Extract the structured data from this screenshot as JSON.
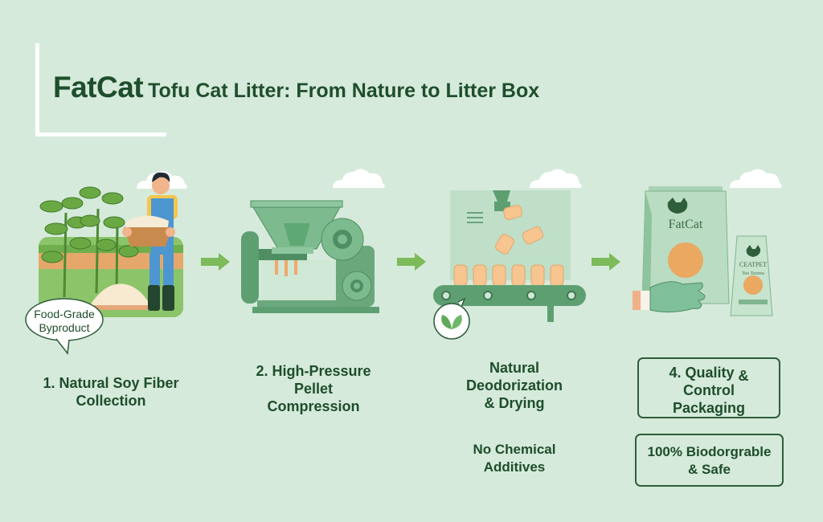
{
  "title": {
    "brand": "FatCat",
    "subtitle": "Tofu Cat Litter: From Nature to Litter Box"
  },
  "colors": {
    "background": "#d5eadb",
    "text_dark_green": "#1e4d2b",
    "arrow_green": "#7cba5a",
    "machine_green": "#6fb087",
    "pellet_tan": "#f3c58c",
    "white": "#ffffff"
  },
  "steps": [
    {
      "label": "1. Natural Soy Fiber Collection",
      "line1": "1. Natural Soy Fiber",
      "line2": "Collection",
      "illustration": "farmer-with-soy-plants",
      "callout": {
        "line1": "Food-Grade",
        "line2": "Byproduct"
      }
    },
    {
      "label": "2. High-Pressure Pellet Compression",
      "line1": "2. High-Pressure",
      "line2": "Pellet",
      "line3": "Compression",
      "illustration": "pellet-press-machine"
    },
    {
      "label": "Natural Deodorization & Drying",
      "line1": "Natural",
      "line2": "Deodorization",
      "line3": "& Drying",
      "illustration": "conveyor-belt-pellets",
      "note": {
        "line1": "No Chemical",
        "line2": "Additives"
      },
      "badge_icon": "leaf-icon"
    },
    {
      "label": "4. Quality Control & Packaging",
      "line1": "4. Quality",
      "line1_suffix": "&",
      "line2": "Control",
      "line3": "Packaging",
      "illustration": "litter-bags-gloved-hand",
      "bag_large_text": "FatCat",
      "bag_small_text": "CEATPET",
      "bag_small_sub": "Too Tectres",
      "note": {
        "line1": "100% Biodorgrable",
        "line2": "& Safe"
      }
    }
  ],
  "arrows": [
    "arrow-right",
    "arrow-right",
    "arrow-right"
  ]
}
